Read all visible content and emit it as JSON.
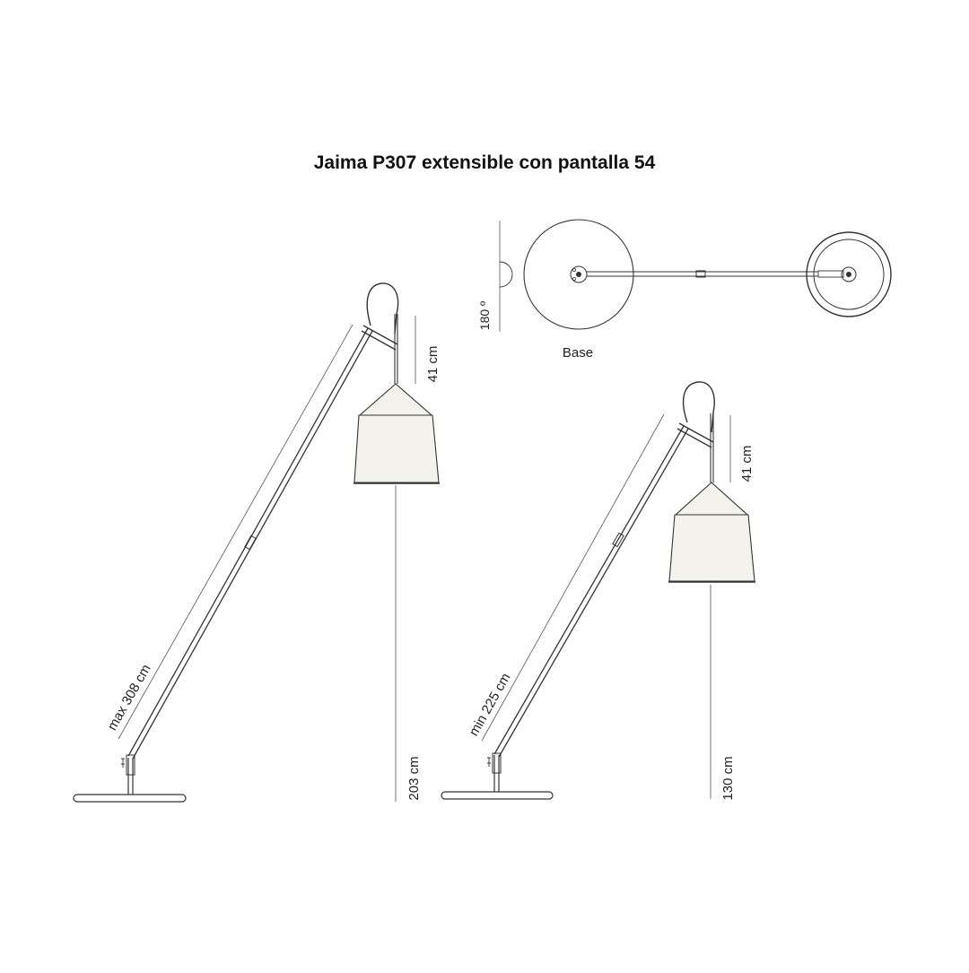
{
  "title": "Jaima P307 extensible con pantalla 54",
  "top_view": {
    "label": "Base",
    "angle_label": "180 º"
  },
  "left_view": {
    "length_label": "max 308 cm",
    "drop_label": "41 cm",
    "height_label": "203 cm"
  },
  "right_view": {
    "length_label": "min 225 cm",
    "drop_label": "41 cm",
    "height_label": "130 cm"
  },
  "colors": {
    "line": "#333333",
    "shade_fill": "#f4f2ec",
    "text": "#222222"
  }
}
